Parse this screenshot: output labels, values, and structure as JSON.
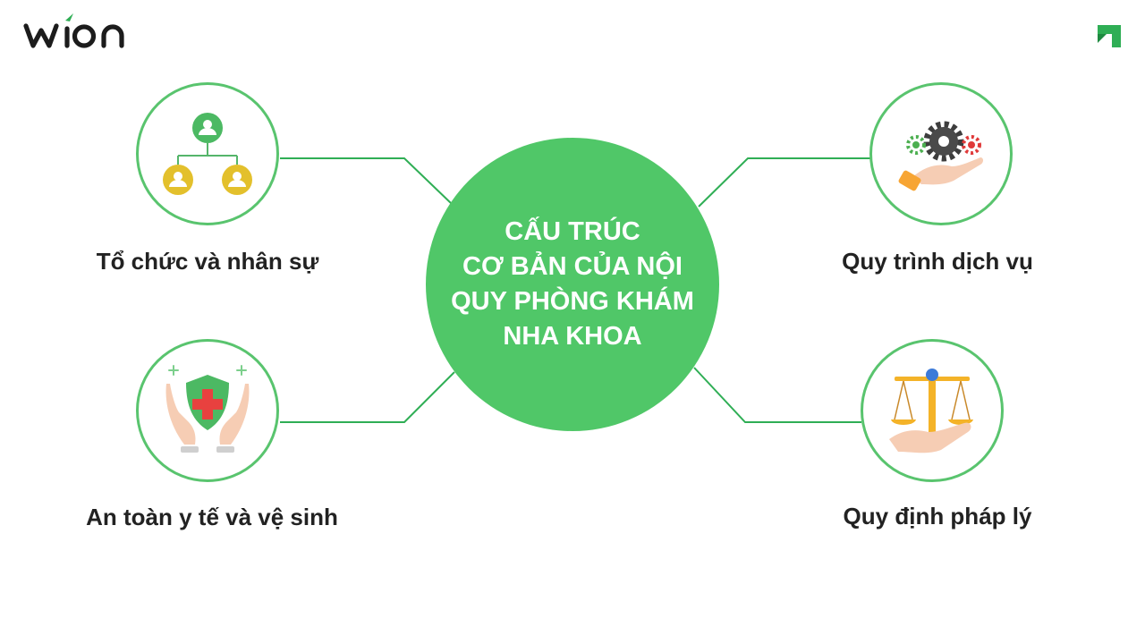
{
  "brand": {
    "logo_icon": "wion-logo",
    "corner_icon": "corner-arrow-icon",
    "accent_color": "#50c768",
    "line_color": "#2fae55",
    "text_color": "#222222"
  },
  "hub": {
    "title": "CẤU TRÚC\nCƠ BẢN CỦA NỘI\nQUY PHÒNG KHÁM\nNHA KHOA"
  },
  "nodes": {
    "top_left": {
      "label": "Tổ chức và nhân sự",
      "icon": "org-chart-icon"
    },
    "bottom_left": {
      "label": "An toàn y tế và vệ sinh",
      "icon": "medical-shield-hands-icon"
    },
    "top_right": {
      "label": "Quy trình dịch vụ",
      "icon": "gears-hand-icon"
    },
    "bottom_right": {
      "label": "Quy định pháp lý",
      "icon": "scales-hand-icon"
    }
  }
}
